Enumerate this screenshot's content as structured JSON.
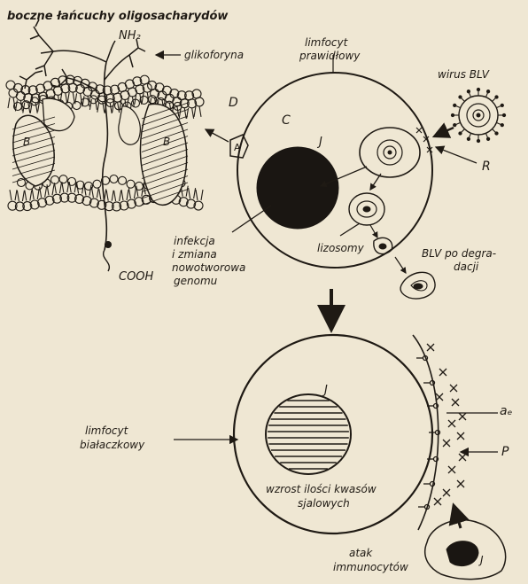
{
  "labels": {
    "side_chains": "boczne łańcuchy oligosacharydów",
    "nh2": "NH₂",
    "glycophorin": "glikoforyna",
    "normal_lymphocyte": "limfocyt prawidłowy",
    "virus": "wirus BLV",
    "d": "D",
    "c": "C",
    "j_top": "J",
    "r": "R",
    "a": "A",
    "b_left": "B",
    "b_right": "B",
    "infection": "infekcja i zmiana nowotworowa genomu",
    "lysosomes": "lizosomy",
    "blv_degraded": "BLV po degradacji",
    "cooh": "COOH",
    "leukemic_lymphocyte": "limfocyt białaczkowy",
    "j_bottom": "J",
    "a_e": "aₑ",
    "p": "P",
    "sialic_increase": "wzrost ilości kwasów sjalowych",
    "immunocyte_attack": "atak immunocytów",
    "j_immunocyte": "J"
  },
  "colors": {
    "paper": "#efe7d3",
    "ink": "#1f1a14"
  }
}
